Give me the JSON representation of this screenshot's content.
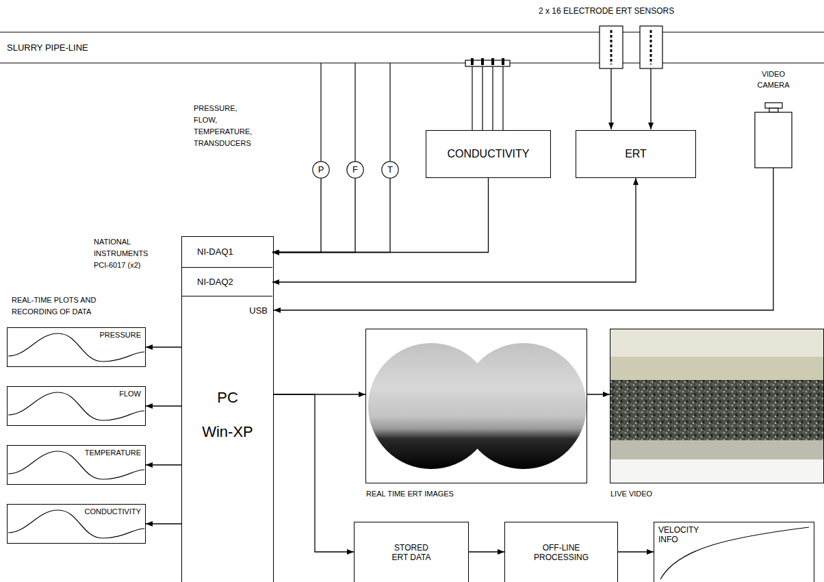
{
  "diagram": {
    "nodes": [
      {
        "text": [
          "P"
        ]
      },
      {
        "text": [
          "F"
        ]
      },
      {
        "text": [
          "T"
        ]
      },
      {
        "text": [
          "CONDUCTIVITY"
        ]
      },
      {
        "text": [
          "ERT"
        ]
      },
      {
        "text": [
          "VIDEO CAMERA"
        ]
      },
      {
        "text": [
          "USB",
          "PC",
          "Win-XP"
        ]
      },
      {
        "text": [
          "NI-DAQ1"
        ],
        "in": 6
      },
      {
        "text": [
          "NI-DAQ2"
        ],
        "in": 6
      },
      {
        "text": [
          "PRESSURE"
        ]
      },
      {
        "text": [
          "FLOW"
        ]
      },
      {
        "text": [
          "TEMPERATURE"
        ]
      },
      {
        "text": [
          "CONDUCTIVITY"
        ]
      },
      {
        "text": [
          "REAL TIME ERT IMAGES"
        ]
      },
      {
        "text": [
          "LIVE VIDEO"
        ]
      },
      {
        "text": [
          "STORED ERT DATA"
        ]
      },
      {
        "text": [
          "OFF-LINE PROCESSING"
        ]
      },
      {
        "text": [
          "VELOCITY INFO"
        ]
      }
    ],
    "edges": [
      {
        "from": 0,
        "to": 7,
        "arrow": "to"
      },
      {
        "from": 1,
        "to": 7,
        "arrow": "to"
      },
      {
        "from": 2,
        "to": 7,
        "arrow": "to"
      },
      {
        "from": 3,
        "to": 7,
        "arrow": "to"
      },
      {
        "from": 4,
        "to": 8,
        "arrow": "both"
      },
      {
        "from": 5,
        "to": 6,
        "arrow": "to"
      },
      {
        "from": 6,
        "to": 9,
        "arrow": "to"
      },
      {
        "from": 6,
        "to": 10,
        "arrow": "to"
      },
      {
        "from": 6,
        "to": 11,
        "arrow": "to"
      },
      {
        "from": 6,
        "to": 12,
        "arrow": "to"
      },
      {
        "from": 6,
        "to": 13,
        "arrow": "to"
      },
      {
        "from": 6,
        "to": 15,
        "arrow": "to"
      },
      {
        "from": 13,
        "to": 14,
        "arrow": "to"
      },
      {
        "from": 15,
        "to": 16,
        "arrow": "to"
      },
      {
        "from": 16,
        "to": 17,
        "arrow": "to"
      }
    ],
    "labels": [
      "2 x 16 ELECTRODE ERT SENSORS",
      "SLURRY PIPE-LINE",
      "PRESSURE, FLOW, TEMPERATURE, TRANSDUCERS",
      "NATIONAL INSTRUMENTS PCI-6017 (x2)",
      "REAL-TIME PLOTS AND RECORDING OF DATA"
    ]
  }
}
